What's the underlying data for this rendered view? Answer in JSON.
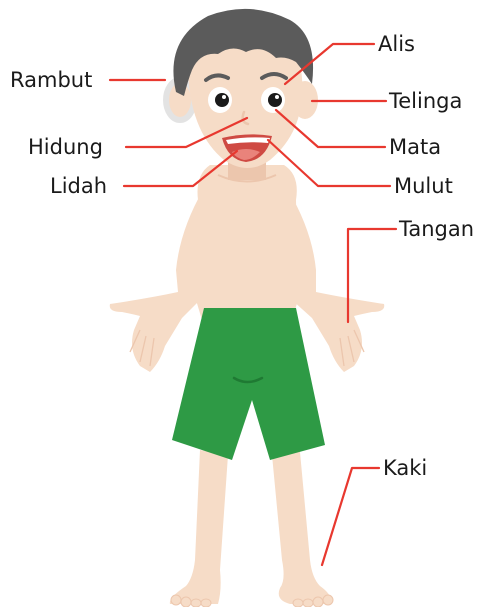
{
  "labels": {
    "rambut": "Rambut",
    "alis": "Alis",
    "telinga": "Telinga",
    "hidung": "Hidung",
    "mata": "Mata",
    "lidah": "Lidah",
    "mulut": "Mulut",
    "tangan": "Tangan",
    "kaki": "Kaki"
  },
  "colors": {
    "leader": "#e8382f",
    "skin": "#f6dcc7",
    "skin_shadow": "#ecc6ad",
    "hair": "#5b5b5b",
    "shorts": "#2e9a45",
    "shorts_dark": "#1f7a33",
    "mouth": "#cf4a43",
    "tongue": "#e9837b"
  }
}
